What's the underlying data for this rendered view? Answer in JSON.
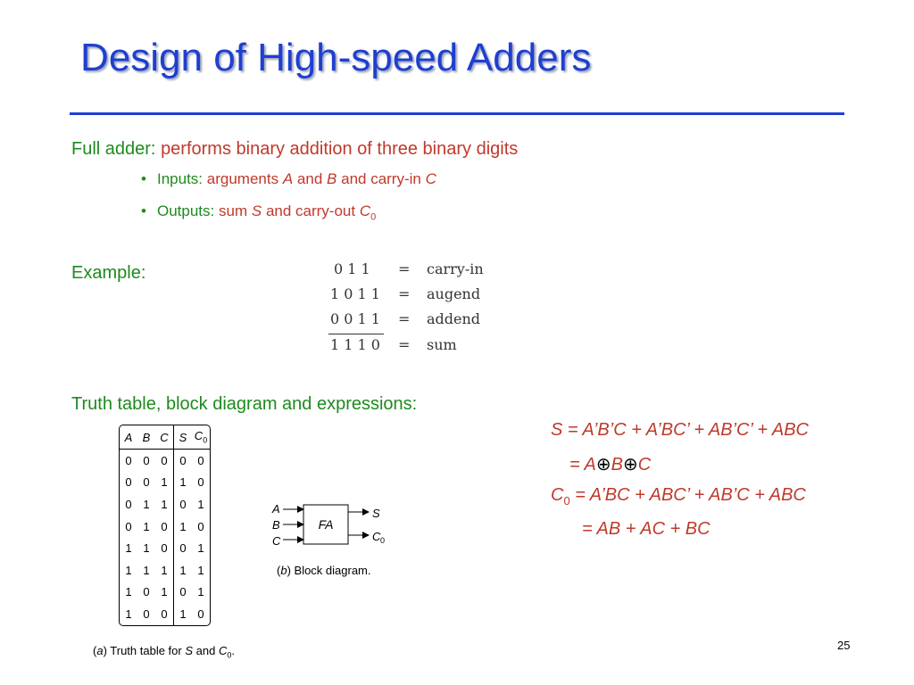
{
  "slide": {
    "title": "Design of High-speed Adders",
    "page_number": "25"
  },
  "full_adder": {
    "label": "Full adder:",
    "description": "performs binary addition of three binary digits",
    "inputs_label": "Inputs:",
    "inputs_text_1": "arguments",
    "inputs_A": "A",
    "inputs_and1": "and",
    "inputs_B": "B",
    "inputs_and2": "and carry-in",
    "inputs_C": "C",
    "outputs_label": "Outputs:",
    "outputs_text_1": "sum",
    "outputs_S": "S",
    "outputs_text_2": "and carry-out",
    "outputs_C": "C",
    "outputs_sub": "0"
  },
  "example": {
    "label": "Example:",
    "rows": [
      {
        "bits": "0 1 1",
        "eq": "=",
        "name": "carry-in"
      },
      {
        "bits": "1 0 1 1",
        "eq": "=",
        "name": "augend"
      },
      {
        "bits": "0 0 1 1",
        "eq": "=",
        "name": "addend"
      },
      {
        "bits": "1 1 1 0",
        "eq": "=",
        "name": "sum"
      }
    ]
  },
  "truth_section": {
    "label": "Truth table, block diagram and expressions:"
  },
  "truth_table": {
    "headers": [
      "A",
      "B",
      "C",
      "S",
      "C"
    ],
    "header_sub": "0",
    "rows": [
      [
        "0",
        "0",
        "0",
        "0",
        "0"
      ],
      [
        "0",
        "0",
        "1",
        "1",
        "0"
      ],
      [
        "0",
        "1",
        "1",
        "0",
        "1"
      ],
      [
        "0",
        "1",
        "0",
        "1",
        "0"
      ],
      [
        "1",
        "1",
        "0",
        "0",
        "1"
      ],
      [
        "1",
        "1",
        "1",
        "1",
        "1"
      ],
      [
        "1",
        "0",
        "1",
        "0",
        "1"
      ],
      [
        "1",
        "0",
        "0",
        "1",
        "0"
      ]
    ],
    "caption_open": "(",
    "caption_a": "a",
    "caption_mid": ") Truth table for",
    "caption_S": "S",
    "caption_and": "and",
    "caption_C": "C",
    "caption_sub": "0",
    "caption_end": "."
  },
  "block_diagram": {
    "inputs": [
      "A",
      "B",
      "C"
    ],
    "box_label": "FA",
    "output_S": "S",
    "output_C": "C",
    "output_sub": "0",
    "caption_open": "(",
    "caption_b": "b",
    "caption_rest": ") Block diagram."
  },
  "expressions": {
    "s_expr": "S = A’B’C + A’BC’ + AB’C’ + ABC",
    "s_simplified_1": "= A",
    "s_simplified_2": "B",
    "s_simplified_3": "C",
    "xor_symbol": "⊕",
    "c_label": "C",
    "c_sub": "0",
    "c_expr": "= A’BC + ABC’ + AB’C + ABC",
    "c_simplified": "= AB + AC + BC"
  },
  "colors": {
    "title": "#1f3fd0",
    "label_green": "#1e8a1e",
    "highlight_red": "#c0392b"
  }
}
